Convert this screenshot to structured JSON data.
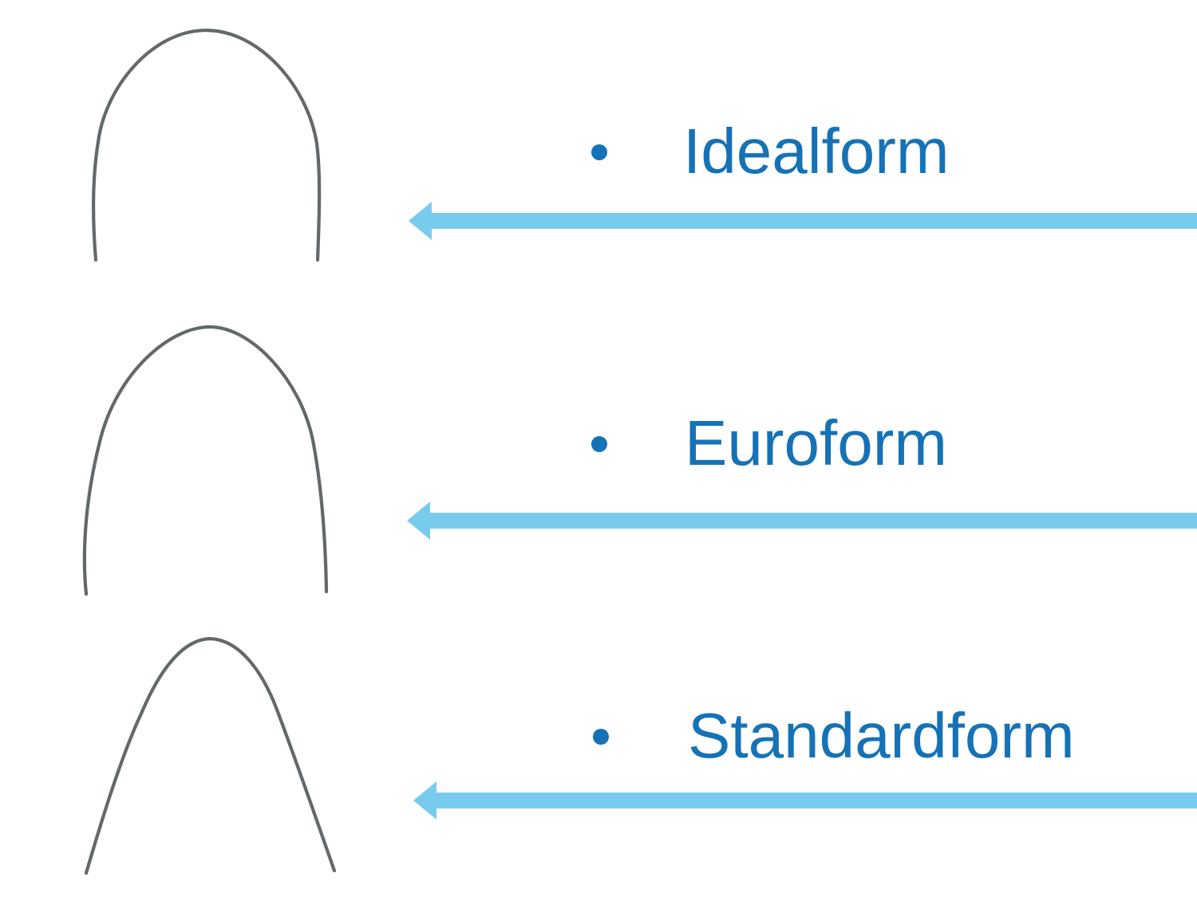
{
  "slide": {
    "type": "presentation-slide",
    "items": [
      {
        "label": "Idealform",
        "arch_icon": "archwire-idealform-icon",
        "arrow_icon": "arrow-left-icon"
      },
      {
        "label": "Euroform",
        "arch_icon": "archwire-euroform-icon",
        "arrow_icon": "arrow-left-icon"
      },
      {
        "label": "Standardform",
        "arch_icon": "archwire-standardform-icon",
        "arrow_icon": "arrow-left-icon"
      }
    ]
  },
  "colors": {
    "label_blue": "#1572b6",
    "arrow_blue": "#79cbee",
    "wire_gray": "#63686b",
    "background": "#ffffff"
  }
}
